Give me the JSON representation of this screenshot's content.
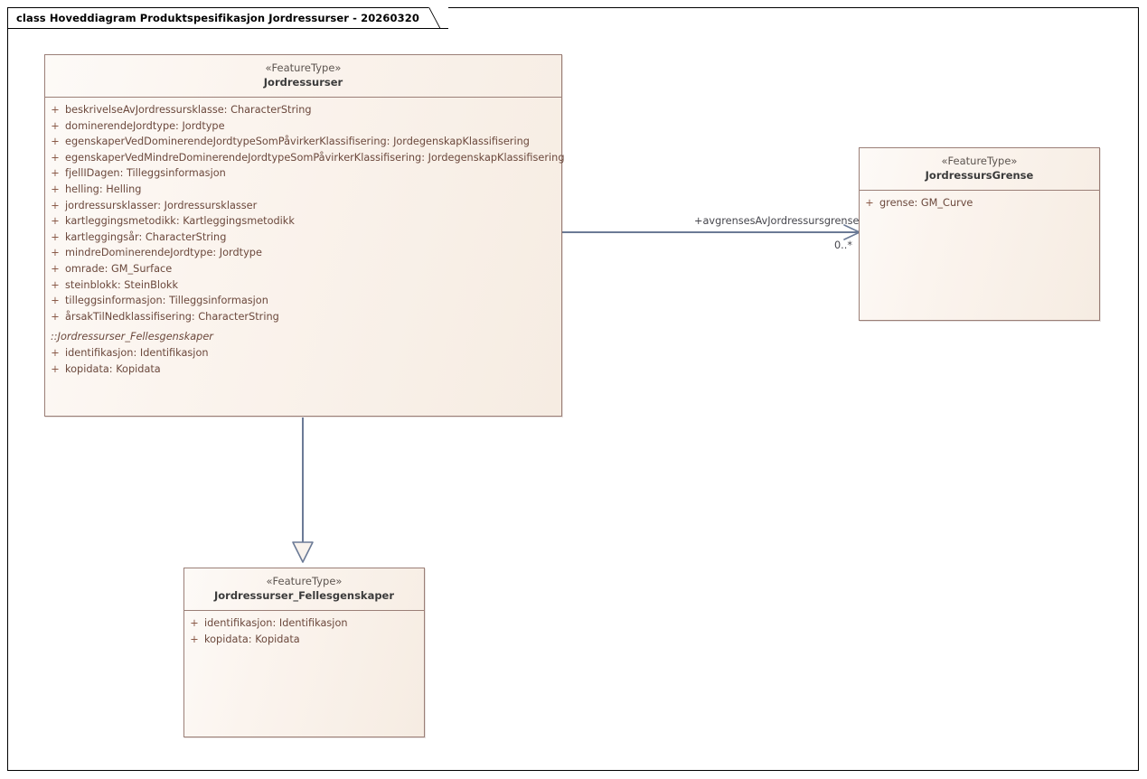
{
  "diagram": {
    "title": "class Hoveddiagram Produktspesifikasjon Jordressurser - 20260320",
    "background_color": "#ffffff",
    "frame_color": "#000000",
    "class_fill": "#f7eee5",
    "class_border": "#9b7f77",
    "connector_color": "#6b7a96",
    "text_color": "#6b483c"
  },
  "classes": {
    "jordressurser": {
      "stereotype": "«FeatureType»",
      "name": "Jordressurser",
      "attributes": [
        {
          "visibility": "+",
          "text": "beskrivelseAvJordressursklasse: CharacterString"
        },
        {
          "visibility": "+",
          "text": "dominerendeJordtype: Jordtype"
        },
        {
          "visibility": "+",
          "text": "egenskaperVedDominerendeJordtypeSomPåvirkerKlassifisering: JordegenskapKlassifisering"
        },
        {
          "visibility": "+",
          "text": "egenskaperVedMindreDominerendeJordtypeSomPåvirkerKlassifisering: JordegenskapKlassifisering"
        },
        {
          "visibility": "+",
          "text": "fjellIDagen: Tilleggsinformasjon"
        },
        {
          "visibility": "+",
          "text": "helling: Helling"
        },
        {
          "visibility": "+",
          "text": "jordressursklasser: Jordressursklasser"
        },
        {
          "visibility": "+",
          "text": "kartleggingsmetodikk: Kartleggingsmetodikk"
        },
        {
          "visibility": "+",
          "text": "kartleggingsår: CharacterString"
        },
        {
          "visibility": "+",
          "text": "mindreDominerendeJordtype: Jordtype"
        },
        {
          "visibility": "+",
          "text": "omrade: GM_Surface"
        },
        {
          "visibility": "+",
          "text": "steinblokk: SteinBlokk"
        },
        {
          "visibility": "+",
          "text": "tilleggsinformasjon: Tilleggsinformasjon"
        },
        {
          "visibility": "+",
          "text": "årsakTilNedklassifisering: CharacterString"
        }
      ],
      "inherited_from": "::Jordressurser_Fellesgenskaper",
      "inherited_attributes": [
        {
          "visibility": "+",
          "text": "identifikasjon: Identifikasjon"
        },
        {
          "visibility": "+",
          "text": "kopidata: Kopidata"
        }
      ]
    },
    "jordressursgrense": {
      "stereotype": "«FeatureType»",
      "name": "JordressursGrense",
      "attributes": [
        {
          "visibility": "+",
          "text": "grense: GM_Curve"
        }
      ]
    },
    "fellesgenskaper": {
      "stereotype": "«FeatureType»",
      "name": "Jordressurser_Fellesgenskaper",
      "attributes": [
        {
          "visibility": "+",
          "text": "identifikasjon: Identifikasjon"
        },
        {
          "visibility": "+",
          "text": "kopidata: Kopidata"
        }
      ]
    }
  },
  "connectors": {
    "association": {
      "role_label": "+avgrensesAvJordressursgrense",
      "multiplicity": "0..*",
      "kind": "association-open-arrow"
    },
    "generalization": {
      "kind": "generalization-hollow-triangle"
    }
  }
}
